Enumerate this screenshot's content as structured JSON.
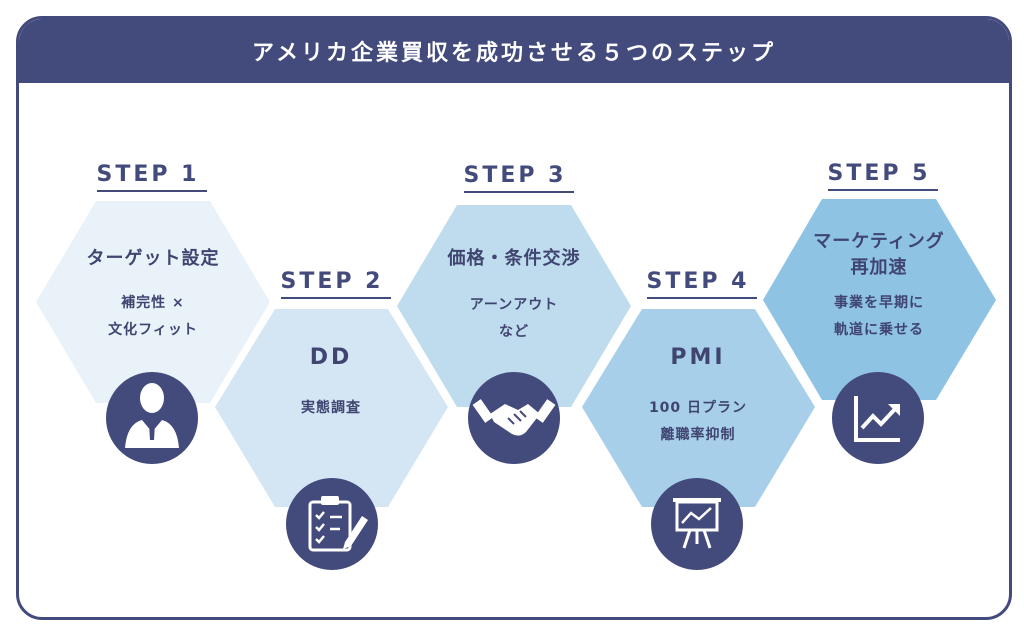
{
  "header": {
    "title": "アメリカ企業買収を成功させる５つのステップ"
  },
  "colors": {
    "navy": "#434a7c",
    "hex1": "#e9f2f9",
    "hex2": "#d4e6f4",
    "hex3": "#bedcee",
    "hex4": "#a7cfea",
    "hex5": "#8fc3e4"
  },
  "steps": [
    {
      "label": "STEP 1",
      "title": "ターゲット設定",
      "desc_lines": [
        "補完性 ×",
        "文化フィット"
      ],
      "icon": "businessman-icon"
    },
    {
      "label": "STEP 2",
      "title": "DD",
      "desc_lines": [
        "実態調査"
      ],
      "icon": "clipboard-checklist-icon"
    },
    {
      "label": "STEP 3",
      "title": "価格・条件交渉",
      "desc_lines": [
        "アーンアウト",
        "など"
      ],
      "icon": "handshake-icon"
    },
    {
      "label": "STEP 4",
      "title": "PMI",
      "desc_lines": [
        "100 日プラン",
        "離職率抑制"
      ],
      "icon": "presentation-board-icon"
    },
    {
      "label": "STEP 5",
      "title_lines": [
        "マーケティング",
        "再加速"
      ],
      "desc_lines": [
        "事業を早期に",
        "軌道に乗せる"
      ],
      "icon": "growth-chart-icon"
    }
  ]
}
